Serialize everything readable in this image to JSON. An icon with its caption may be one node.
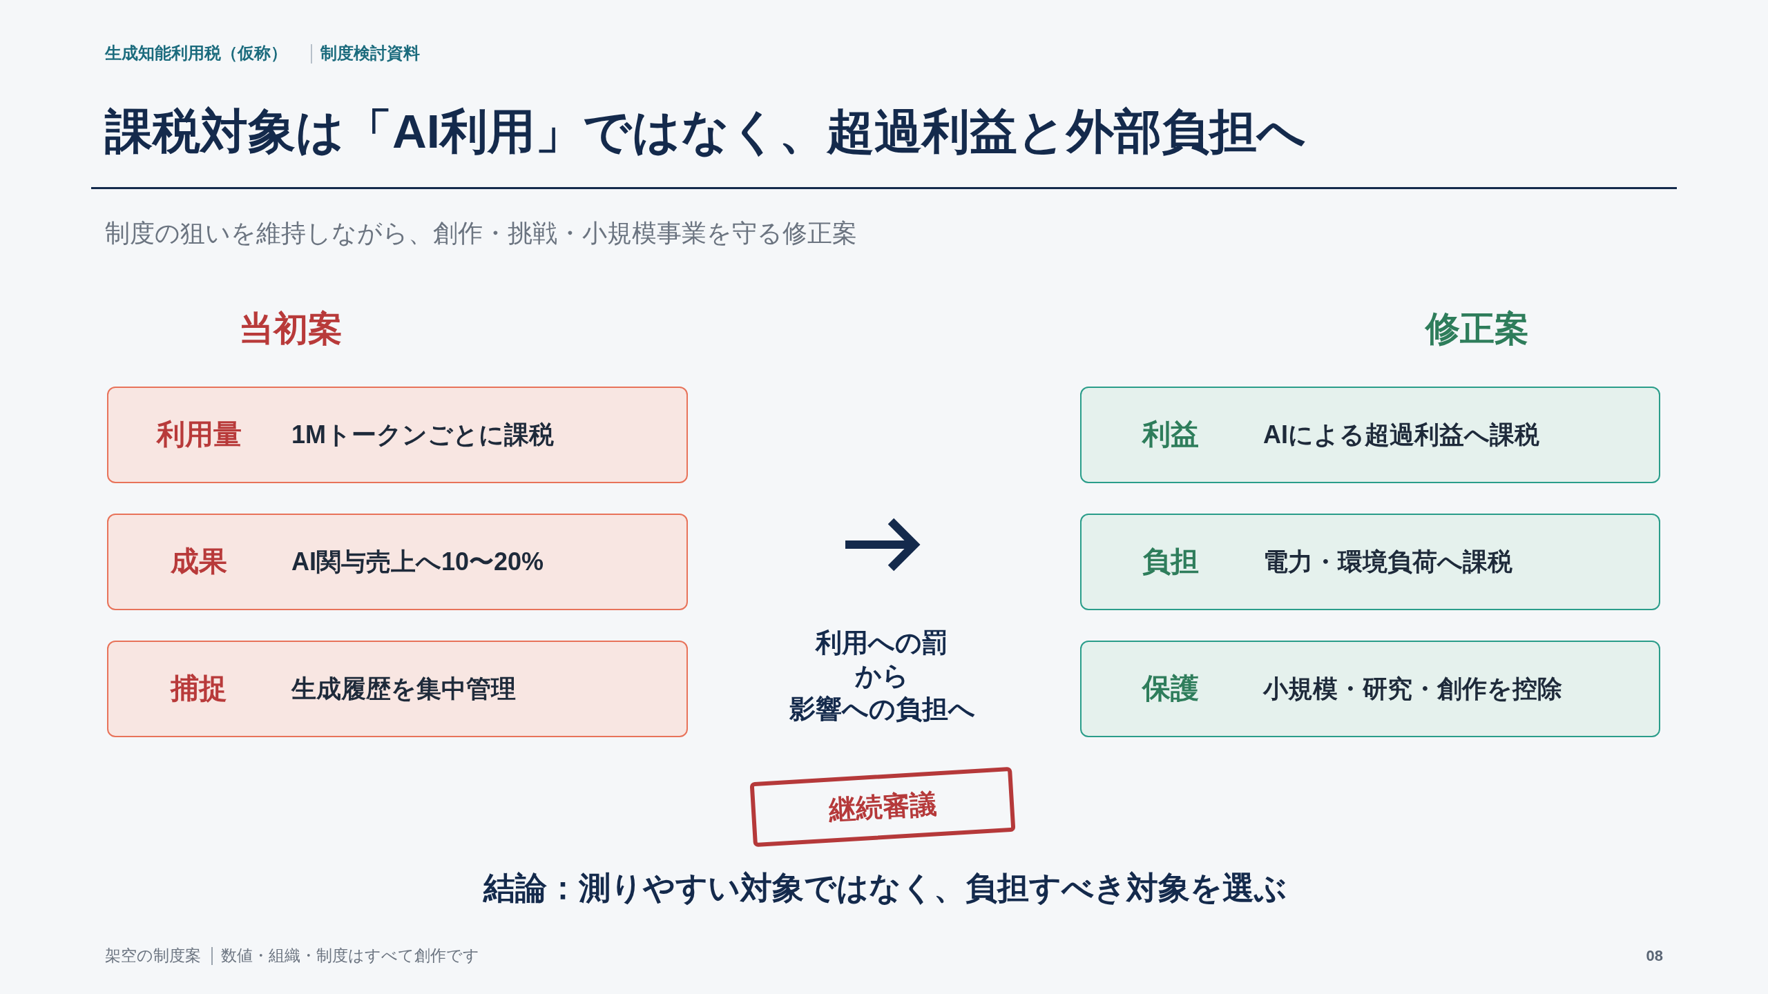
{
  "diagram": {
    "title": "課税対象は「AI利用」ではなく、超過利益と外部負担へ",
    "nodes": [
      {
        "text": [
          "利用量",
          "1Mトークンごとに課税"
        ]
      },
      {
        "text": [
          "成果",
          "AI関与売上へ10〜20%"
        ]
      },
      {
        "text": [
          "捕捉",
          "生成履歴を集中管理"
        ]
      },
      {
        "text": [
          "利益",
          "AIによる超過利益へ課税"
        ]
      },
      {
        "text": [
          "負担",
          "電力・環境負荷へ課税"
        ]
      },
      {
        "text": [
          "保護",
          "小規模・研究・創作を控除"
        ]
      },
      {
        "text": [
          "継続審議"
        ]
      }
    ],
    "labels": [
      "生成知能利用税（仮称）",
      "制度検討資料",
      "制度の狙いを維持しながら、創作・挑戦・小規模事業を守る修正案",
      "当初案",
      "修正案",
      "利用への罰から影響への負担へ",
      "結論：測りやすい対象ではなく、負担すべき対象を選ぶ",
      "架空の制度案",
      "数値・組織・制度はすべて創作です",
      "08"
    ]
  }
}
